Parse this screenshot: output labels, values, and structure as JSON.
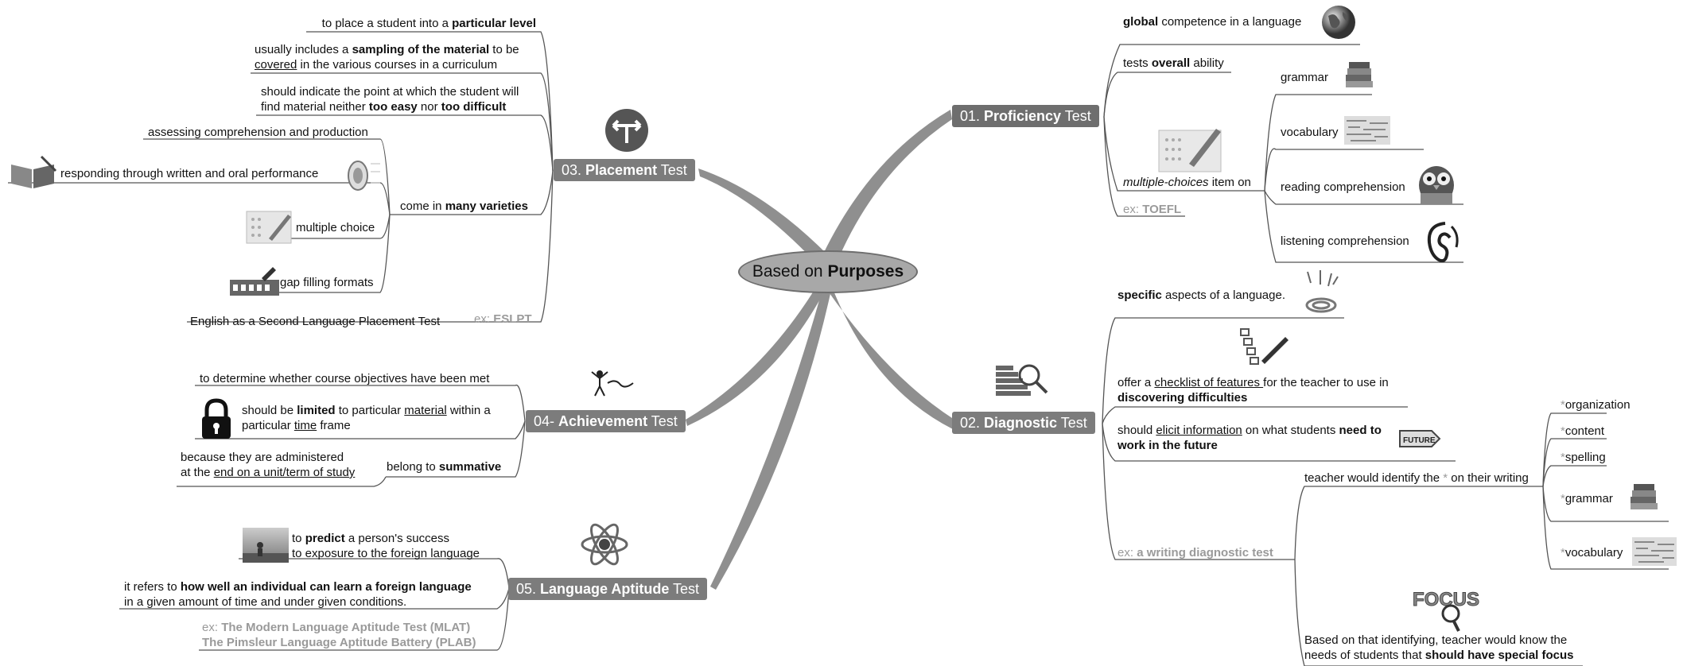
{
  "center": {
    "lead": "Based on ",
    "bold": "Purposes"
  },
  "proficiency": {
    "title": {
      "num": "01. ",
      "bold": "Proficiency",
      "rest": " Test"
    },
    "global": {
      "bold": "global",
      "rest": " competence in a language"
    },
    "overall": {
      "pre": "tests ",
      "bold": "overall",
      "rest": " ability"
    },
    "mc": {
      "ital": "multiple-choices",
      "rest": " item on"
    },
    "items": [
      "grammar",
      "vocabulary",
      "reading comprehension",
      "listening comprehension"
    ],
    "example": {
      "pre": "ex: ",
      "bold": "TOEFL"
    }
  },
  "diagnostic": {
    "title": {
      "num": "02. ",
      "bold": "Diagnostic",
      "rest": " Test"
    },
    "specific": {
      "bold": "specific",
      "rest": " aspects of a language."
    },
    "checklist": {
      "pre": "offer a ",
      "u": "checklist of features ",
      "rest": "for the teacher to use in",
      "line2": "discovering difficulties"
    },
    "elicit": {
      "pre": "should ",
      "u": "elicit information",
      "mid": " on what students ",
      "bold": "need to",
      "line2": "work in the future"
    },
    "example": {
      "pre": "ex: ",
      "bold": "a writing diagnostic test"
    },
    "identify": {
      "pre": "teacher would identify the ",
      "star": "*",
      "rest": " on their writing"
    },
    "aspects": [
      "organization",
      "content",
      "spelling",
      "grammar",
      "vocabulary"
    ],
    "focus": {
      "line1": "Based on that identifying, teacher would know the",
      "line2pre": "needs of students that ",
      "line2bold": "should have special focus"
    }
  },
  "placement": {
    "title": {
      "num": "03. ",
      "bold": "Placement",
      "rest": " Test"
    },
    "level": {
      "pre": "to place a student into a ",
      "bold": "particular level"
    },
    "sampling": {
      "pre": "usually includes a ",
      "bold": "sampling of the material",
      "rest": " to be",
      "line2u": "covered",
      "line2rest": " in the various courses in a curriculum"
    },
    "point": {
      "line1": "should indicate the point at which the student will",
      "line2pre": "find material neither ",
      "b1": "too easy",
      "mid": " nor ",
      "b2": "too difficult"
    },
    "varieties": {
      "pre": "come in ",
      "bold": "many varieties"
    },
    "variety_items": [
      "assessing comprehension and production",
      "responding through written and oral performance",
      "multiple choice",
      "gap filling formats"
    ],
    "example": {
      "pre": "ex: ",
      "bold": "ESLPT"
    },
    "example_full": "English as a Second Language Placement Test"
  },
  "achievement": {
    "title": {
      "num": "04- ",
      "bold": "Achievement",
      "rest": " Test"
    },
    "objectives": "to determine whether course objectives have been met",
    "limited": {
      "pre": "should be ",
      "bold": "limited",
      "mid": " to particular ",
      "u1": "material",
      "rest": " within a",
      "line2pre": "particular ",
      "u2": "time",
      "line2rest": " frame"
    },
    "summative": {
      "pre": "belong to ",
      "bold": "summative"
    },
    "because": {
      "line1": "because they are administered",
      "line2pre": "at the ",
      "u": "end on a unit/term of study"
    }
  },
  "aptitude": {
    "title": {
      "num": "05. ",
      "bold": "Language Aptitude",
      "rest": " Test"
    },
    "predict": {
      "pre": "to ",
      "bold": "predict",
      "rest": " a person's success",
      "line2": "to exposure to the foreign language"
    },
    "howwell": {
      "pre": "it refers to ",
      "bold": "how well an individual can learn a foreign language",
      "line2": "in a given amount of time and under given conditions."
    },
    "ex1": {
      "pre": "ex: ",
      "bold": "The Modern Language Aptitude Test (MLAT)"
    },
    "ex2": {
      "bold": "The Pimsleur Language Aptitude Battery (PLAB)"
    }
  },
  "images": {
    "future_sign": "FUTURE",
    "focus_word": "FOCUS"
  },
  "colors": {
    "branch": "#8a8a8a",
    "node": "#7c7c7c",
    "line": "#555555",
    "gray_text": "#9a9a9a"
  }
}
